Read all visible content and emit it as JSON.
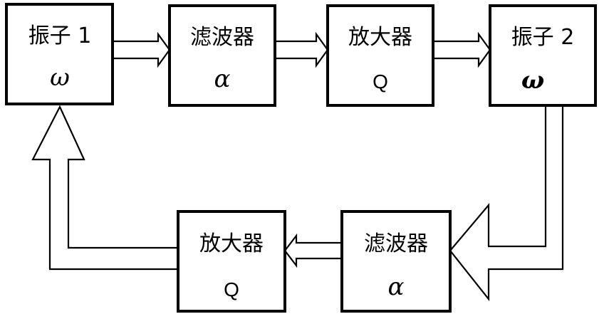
{
  "blocks": {
    "osc1": {
      "label": "振子 1",
      "param": "ω"
    },
    "filter_top": {
      "label": "滤波器",
      "param": "α"
    },
    "amp_top": {
      "label": "放大器",
      "param": "Q"
    },
    "osc2": {
      "label": "振子 2",
      "param": "ω"
    },
    "amp_bottom": {
      "label": "放大器",
      "param": "Q"
    },
    "filter_bottom": {
      "label": "滤波器",
      "param": "α"
    }
  }
}
